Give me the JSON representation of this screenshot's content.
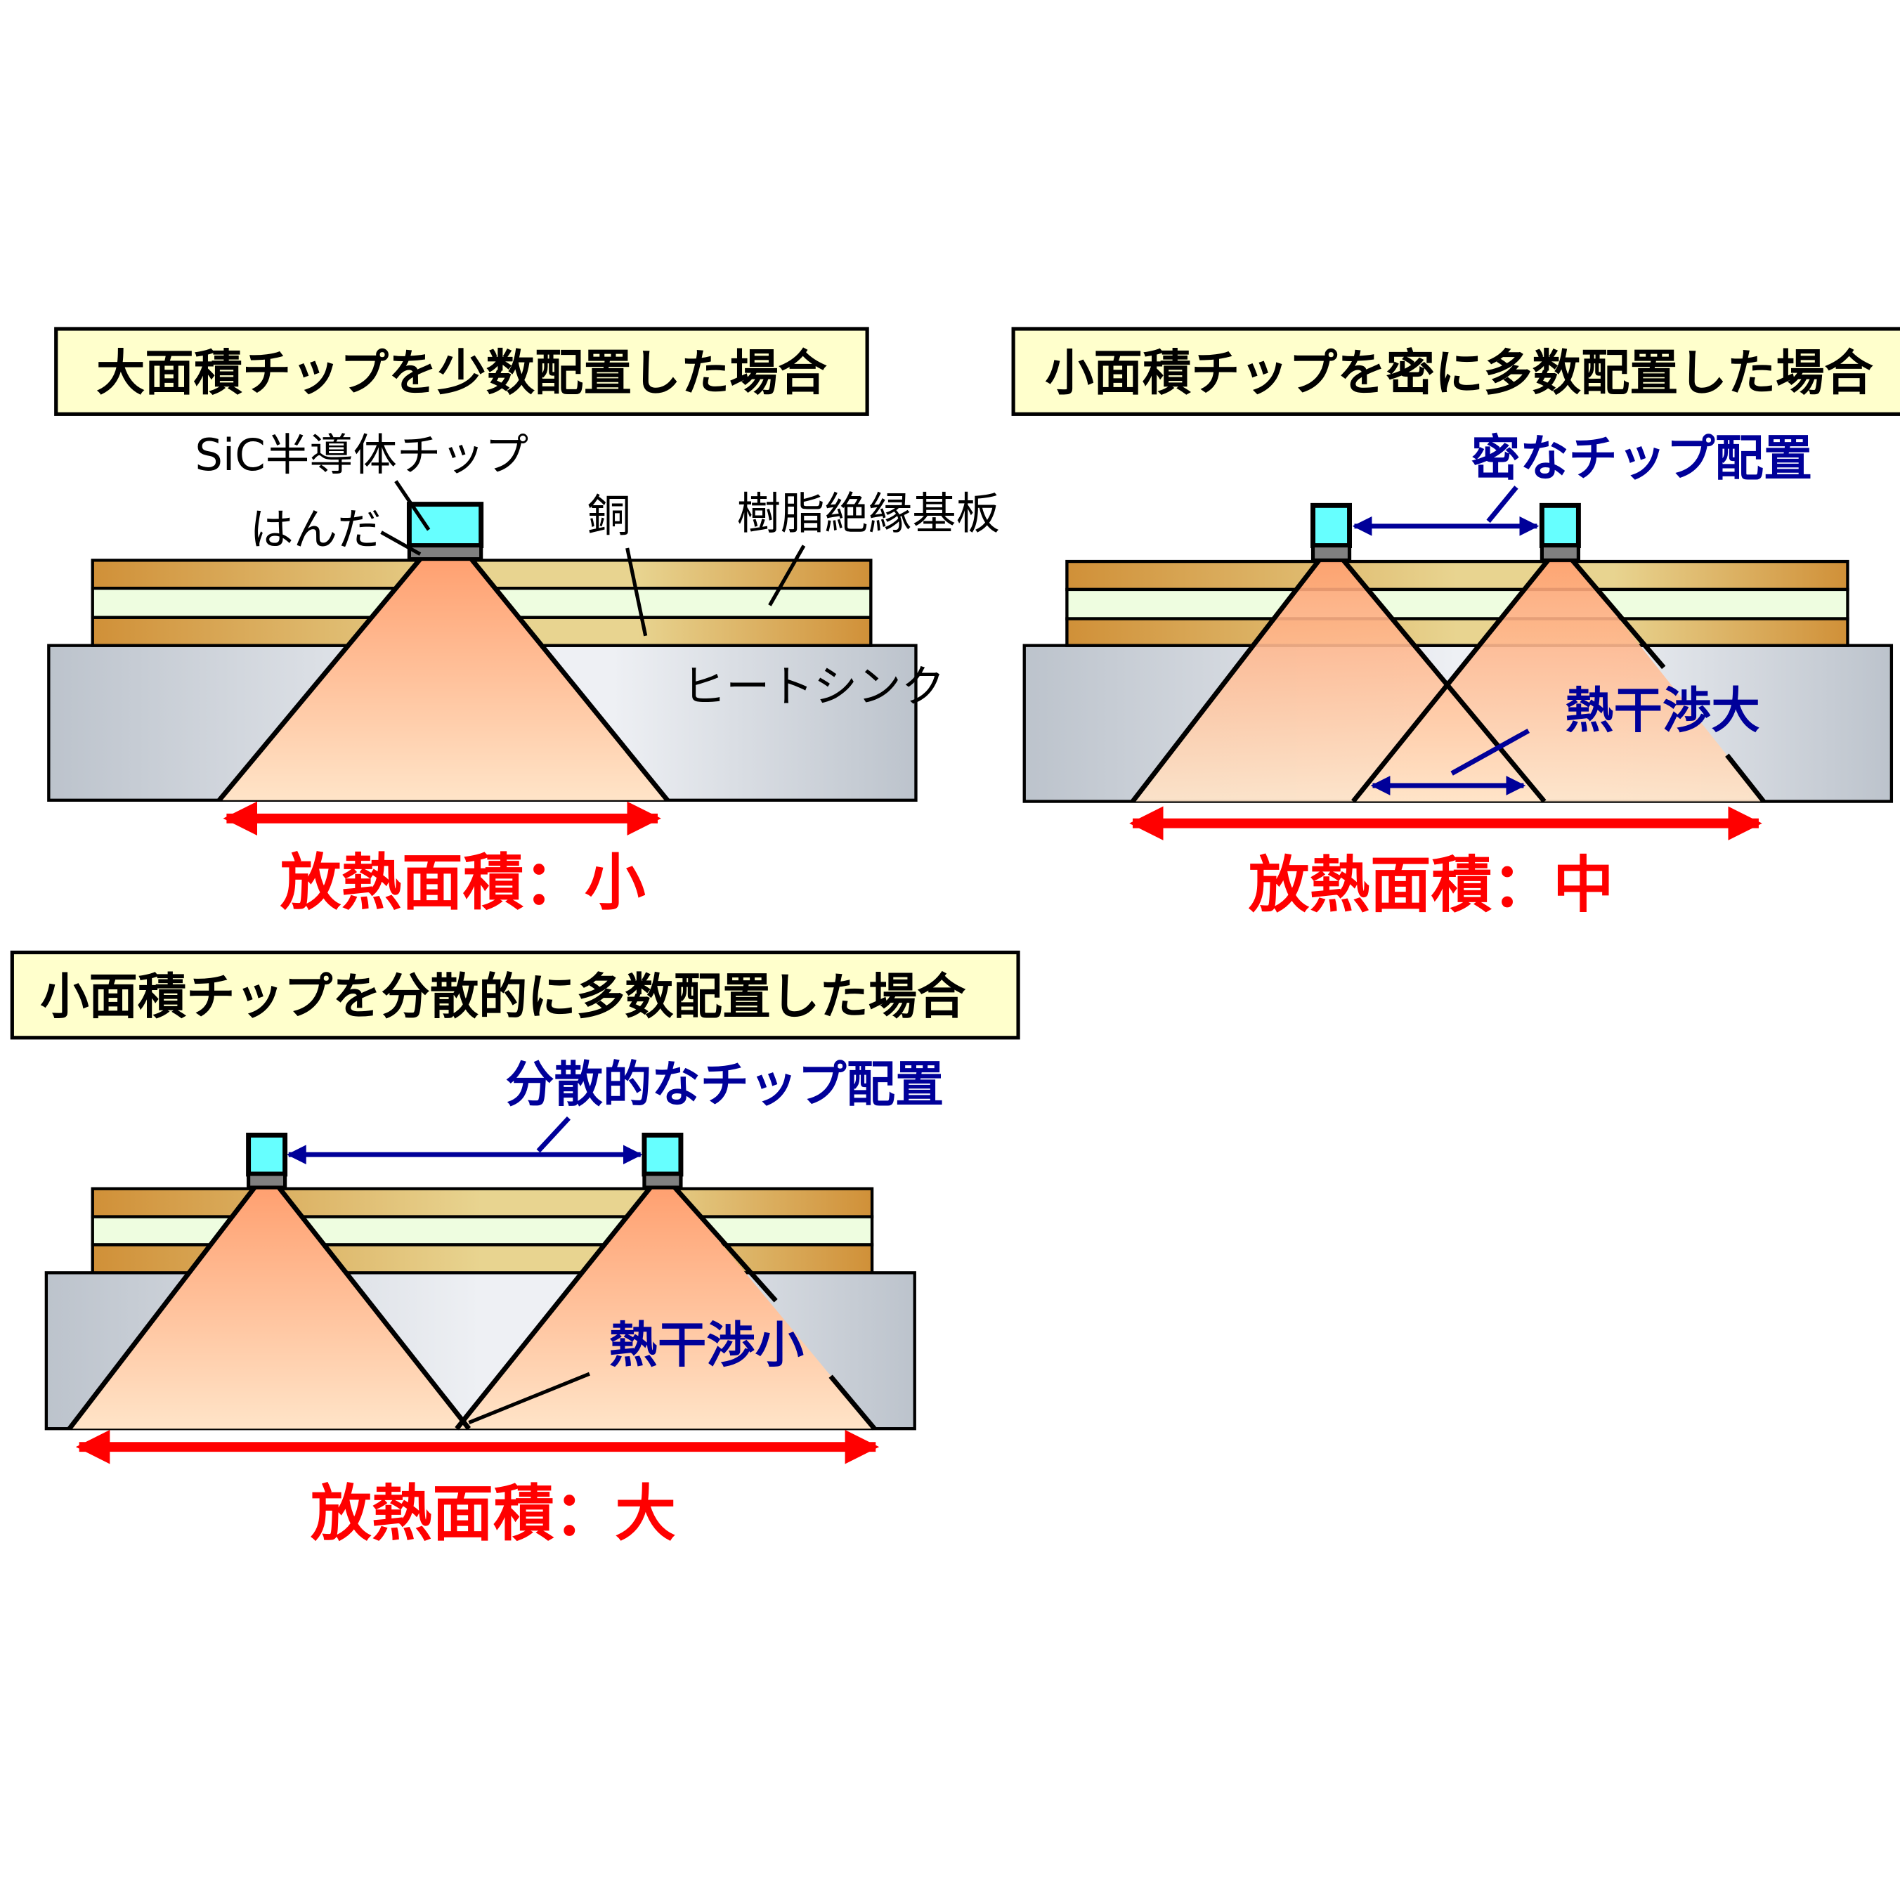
{
  "colors": {
    "copper_edge": "#d09038",
    "copper_center": "#e8d490",
    "insulator": "#eefde0",
    "heatsink_edge": "#bcc3cc",
    "heatsink_center": "#eef0f4",
    "chip": "#66ffff",
    "solder": "#808080",
    "heat_top": "#ffa070",
    "heat_bottom": "#ffe4c8",
    "title_bg": "#ffffcc",
    "blue": "#000099",
    "red": "#ff0000"
  },
  "panel1": {
    "title": "大面積チップを少数配置した場合",
    "label_chip": "SiC半導体チップ",
    "label_solder": "はんだ",
    "label_copper": "銅",
    "label_substrate": "樹脂絶縁基板",
    "label_heatsink": "ヒートシンク",
    "result": "放熱面積：小"
  },
  "panel2": {
    "title": "小面積チップを密に多数配置した場合",
    "spacing_label": "密なチップ配置",
    "interference": "熱干渉大",
    "result": "放熱面積：中"
  },
  "panel3": {
    "title": "小面積チップを分散的に多数配置した場合",
    "spacing_label": "分散的なチップ配置",
    "interference": "熱干渉小",
    "result": "放熱面積：大"
  }
}
